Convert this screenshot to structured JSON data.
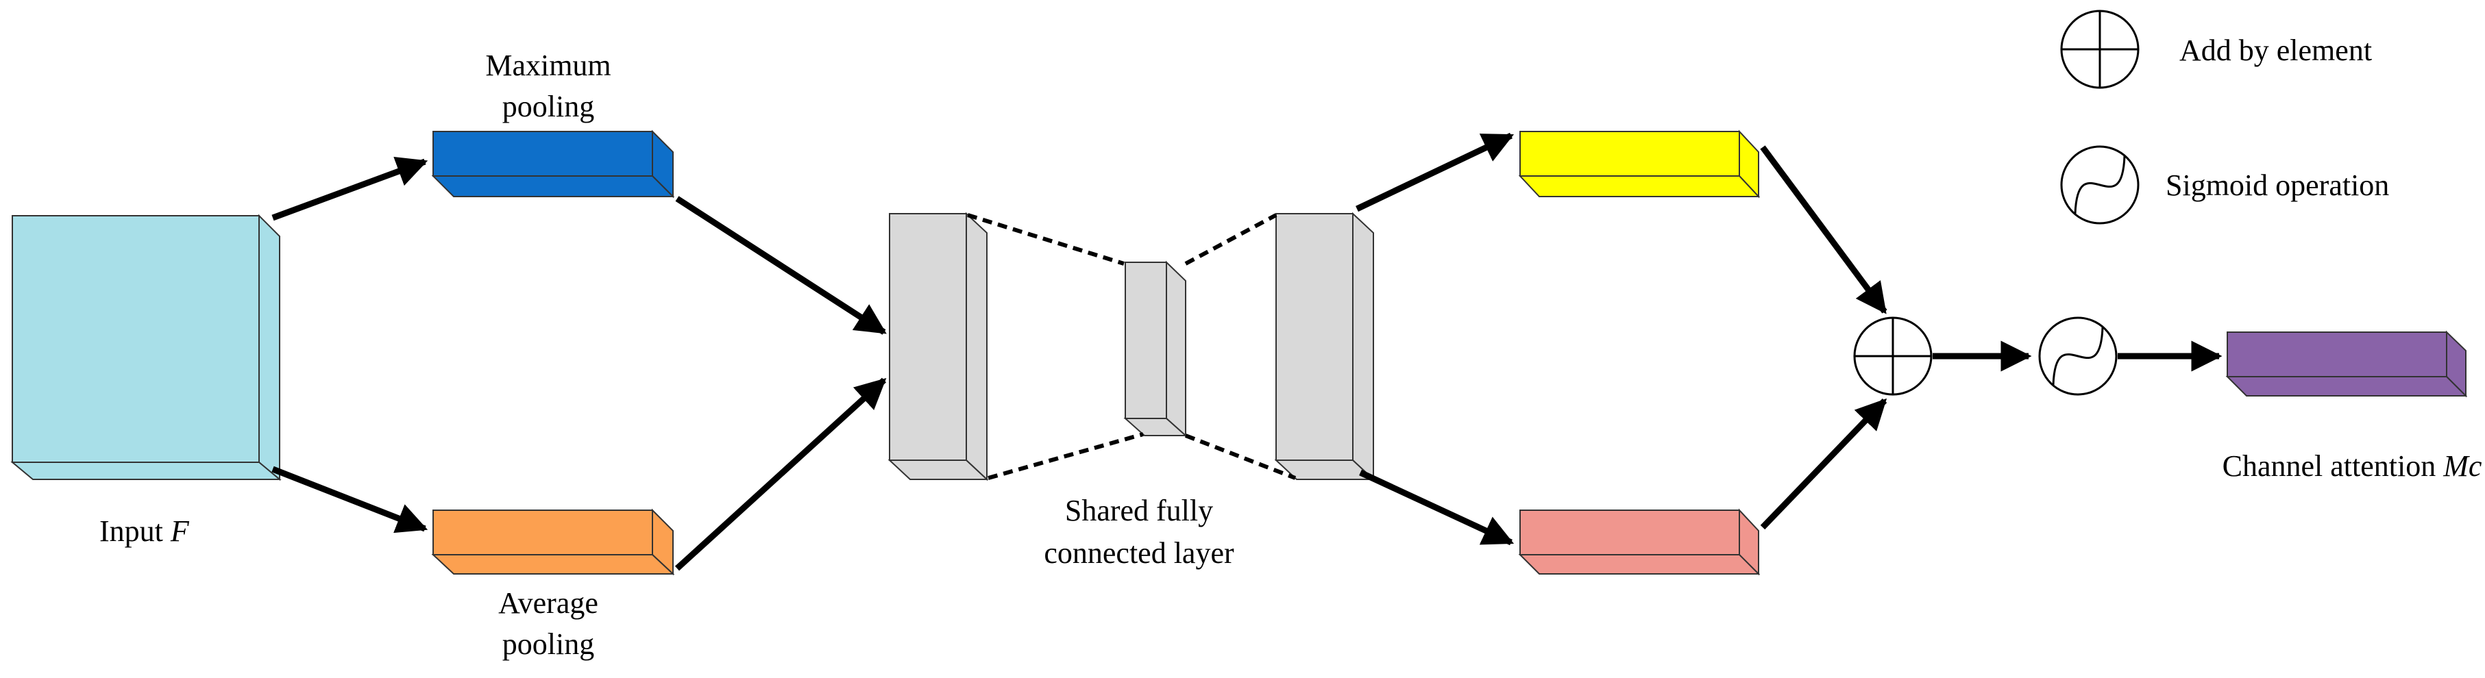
{
  "labels": {
    "input": "Input ",
    "input_var": "F",
    "max_pool_line1": "Maximum",
    "max_pool_line2": "pooling",
    "avg_pool_line1": "Average",
    "avg_pool_line2": "pooling",
    "shared_line1": "Shared fully",
    "shared_line2": "connected layer",
    "output": "Channel attention ",
    "output_var": "Mc"
  },
  "legend": {
    "add": "Add by element",
    "sigmoid": "Sigmoid operation"
  },
  "colors": {
    "input": "#a8dfe8",
    "max_pool": "#0e6fc9",
    "avg_pool": "#fca050",
    "fc": "#d9d9d9",
    "fc_out_max": "#ffff00",
    "fc_out_avg": "#f0968e",
    "output": "#8963a8"
  }
}
